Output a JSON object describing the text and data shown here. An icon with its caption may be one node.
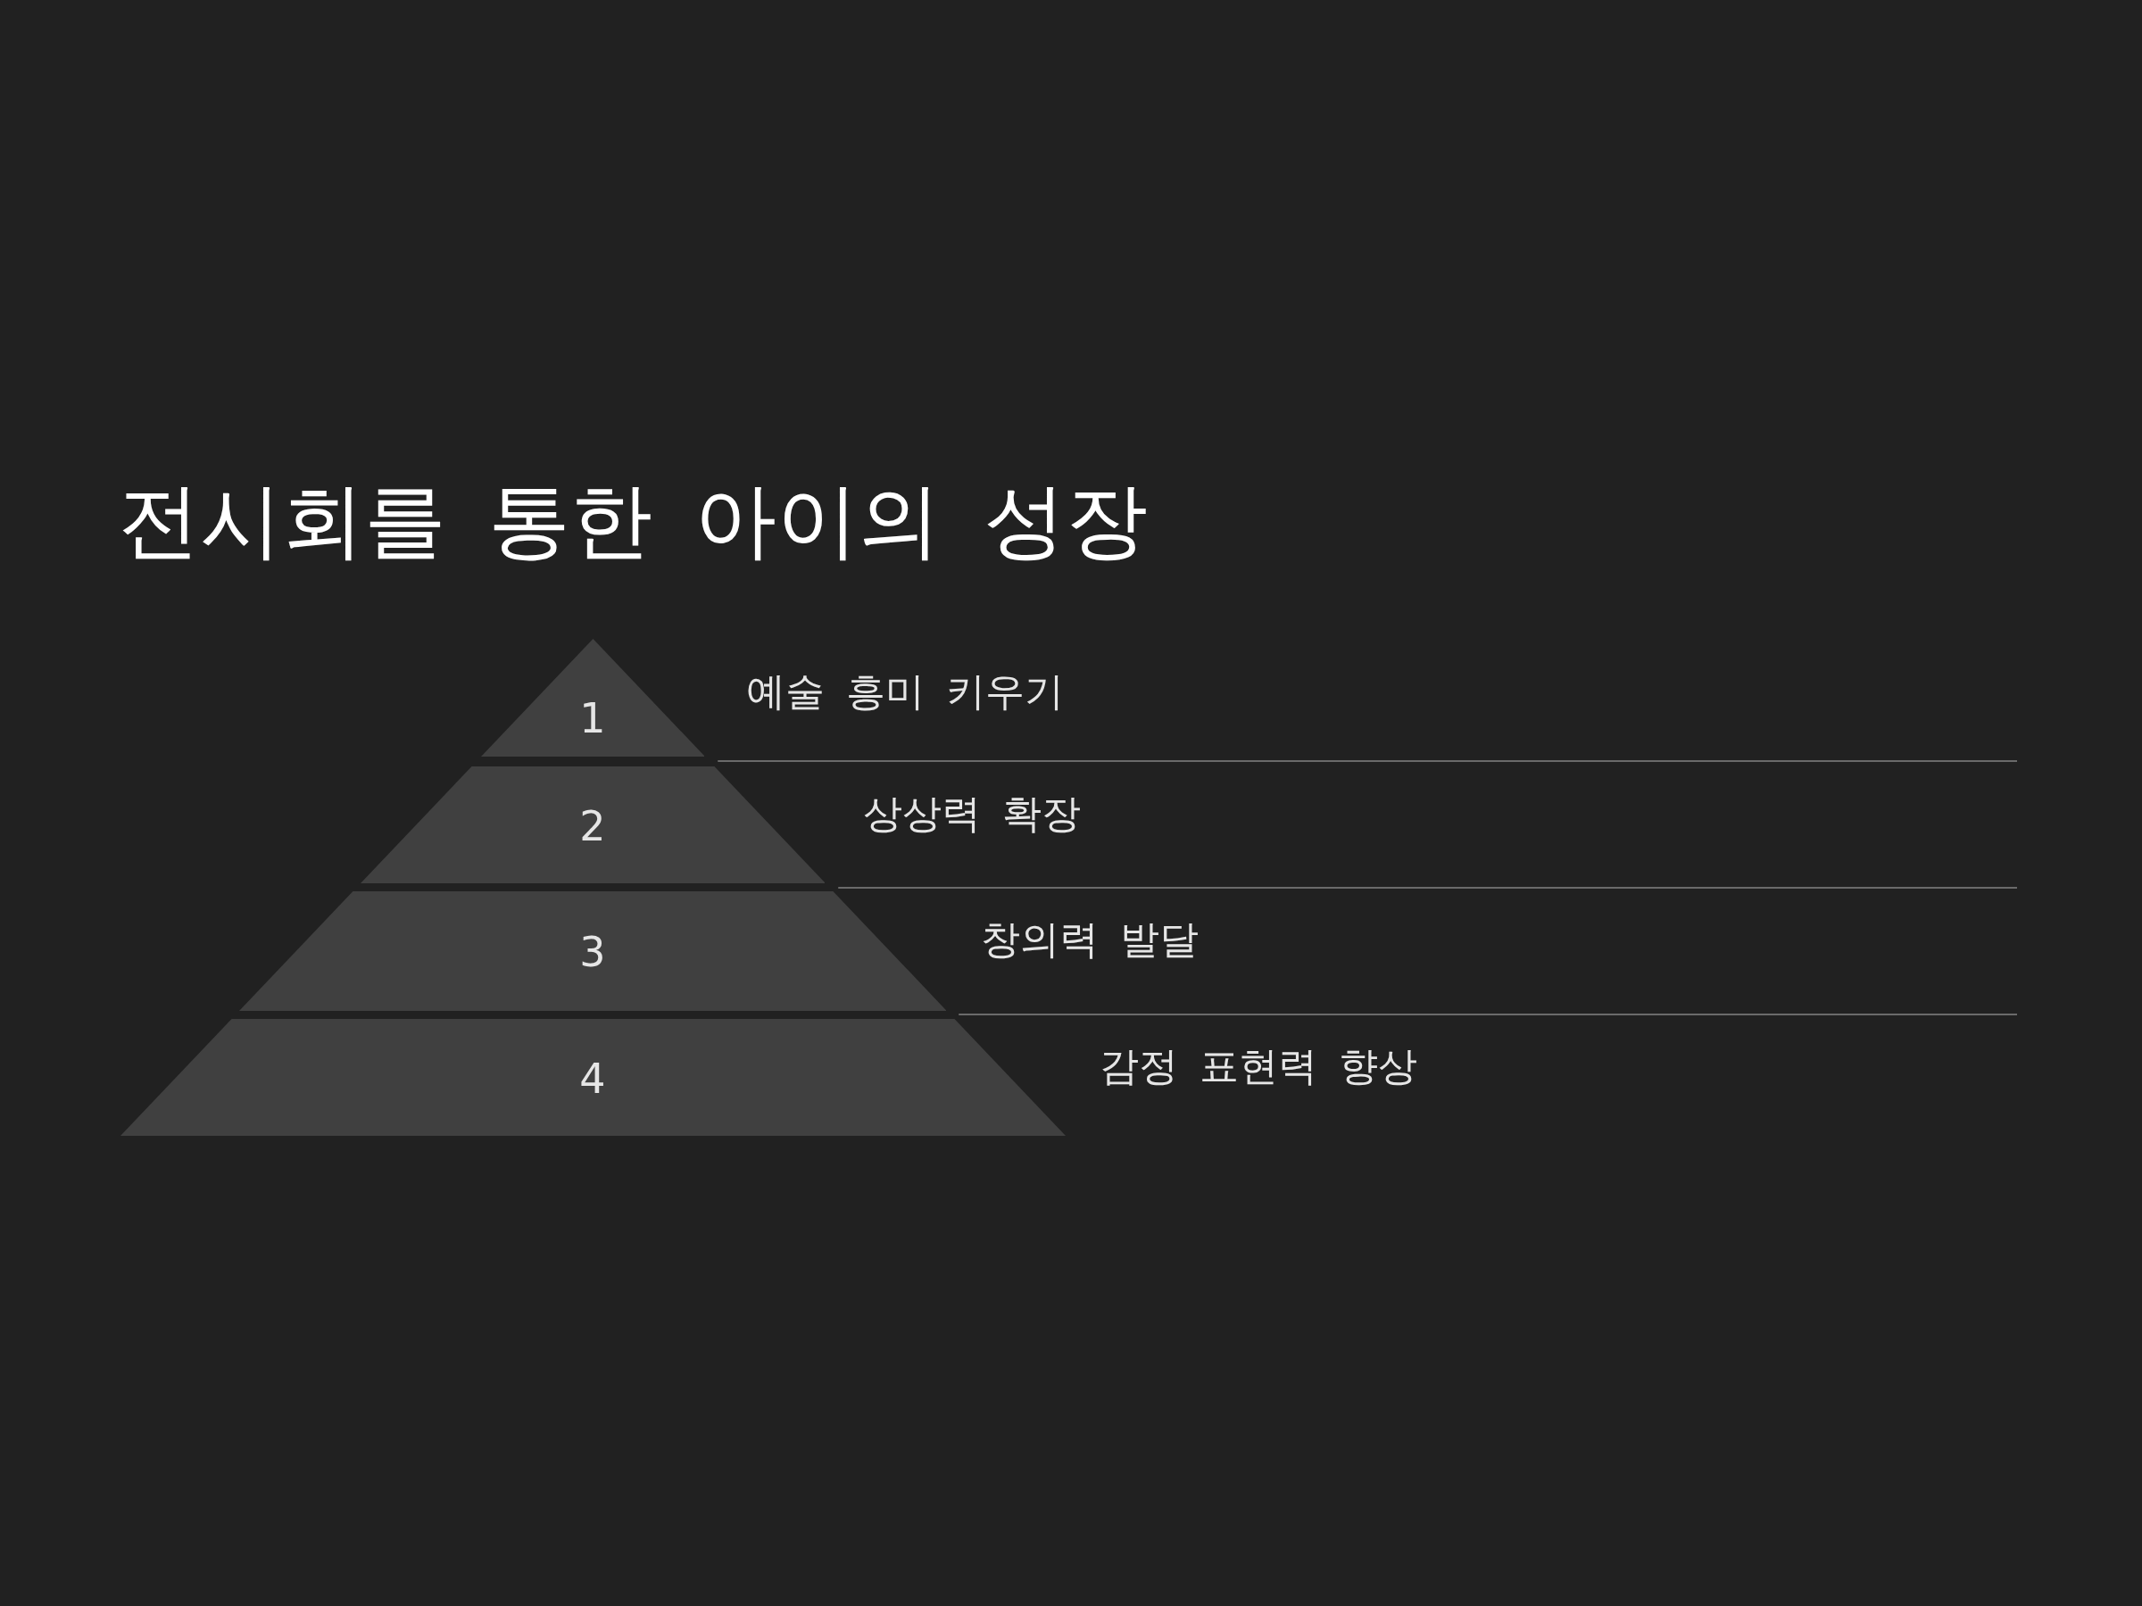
{
  "diagram": {
    "title": "전시회를 통한 아이의 성장",
    "nodes": [
      {
        "text": [
          "1"
        ],
        "beside": [
          "예술 흥미 키우기"
        ]
      },
      {
        "text": [
          "2"
        ],
        "beside": [
          "상상력 확장"
        ]
      },
      {
        "text": [
          "3"
        ],
        "beside": [
          "창의력 발달"
        ]
      },
      {
        "text": [
          "4"
        ],
        "beside": [
          "감정 표현력 향상"
        ]
      }
    ]
  }
}
